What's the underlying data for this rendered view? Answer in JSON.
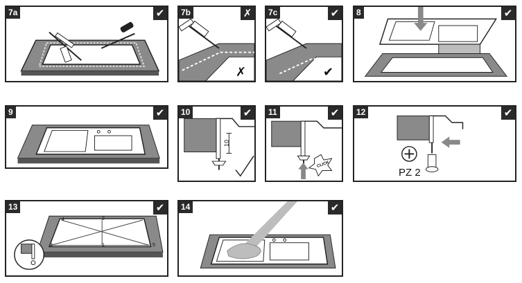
{
  "steps": {
    "s7a": {
      "label": "7a",
      "mark": "✔"
    },
    "s7b": {
      "label": "7b",
      "mark": "✗",
      "bottom_mark": "✗"
    },
    "s7c": {
      "label": "7c",
      "mark": "✔",
      "bottom_mark": "✔"
    },
    "s8": {
      "label": "8",
      "mark": "✔"
    },
    "s9": {
      "label": "9",
      "mark": "✔"
    },
    "s10": {
      "label": "10",
      "mark": "✔",
      "dimension": "10"
    },
    "s11": {
      "label": "11",
      "mark": "✔",
      "sound": "CLICK"
    },
    "s12": {
      "label": "12",
      "mark": "✔",
      "bit_label": "PZ 2"
    },
    "s13": {
      "label": "13",
      "mark": "✔",
      "points": [
        "4",
        "2",
        "3",
        "1",
        "5"
      ]
    },
    "s14": {
      "label": "14",
      "mark": "✔"
    }
  },
  "colors": {
    "frame": "#222222",
    "worktop": "#8a8a8a",
    "dark": "#2a2a2a",
    "light_gray": "#bdbdbd"
  }
}
